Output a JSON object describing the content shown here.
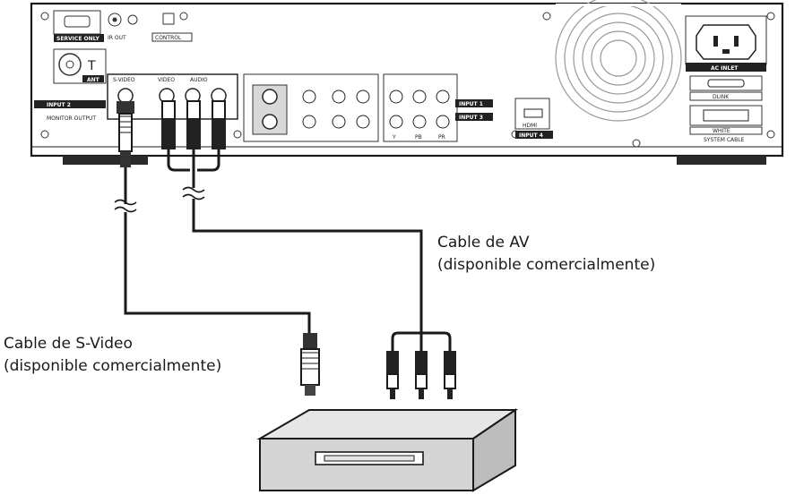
{
  "panel": {
    "service_only": "SERVICE ONLY",
    "ir_out": "IR OUT",
    "control": "CONTROL",
    "ant": "ANT",
    "input2": "INPUT 2",
    "monitor_output": "MONITOR OUTPUT",
    "s_video": "S-VIDEO",
    "video": "VIDEO",
    "audio": "AUDIO",
    "input1": "INPUT 1",
    "input3": "INPUT 3",
    "input4": "INPUT 4",
    "hdmi": "HDMI",
    "ac_inlet": "AC INLET",
    "dlink": "DLINK",
    "white": "WHITE",
    "system_cable": "SYSTEM CABLE",
    "component_y": "Y",
    "component_pb": "PB",
    "component_pr": "PR"
  },
  "labels": {
    "av_cable_line1": "Cable de AV",
    "av_cable_line2": "(disponible comercialmente)",
    "svideo_cable_line1": "Cable de S-Video",
    "svideo_cable_line2": "(disponible comercialmente)"
  },
  "colors": {
    "line": "#1a1a1a",
    "panel_fill": "#ffffff",
    "device_fill": "#d4d4d4",
    "dark_label": "#222222"
  }
}
